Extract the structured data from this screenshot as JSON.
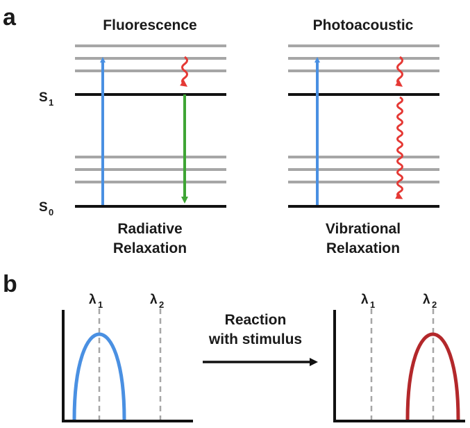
{
  "panel_a": {
    "label": "a",
    "left_title": "Fluorescence",
    "right_title": "Photoacoustic",
    "s1": {
      "letter": "S",
      "sub": "1"
    },
    "s0": {
      "letter": "S",
      "sub": "0"
    },
    "left_caption": [
      "Radiative",
      "Relaxation"
    ],
    "right_caption": [
      "Vibrational",
      "Relaxation"
    ]
  },
  "panel_b": {
    "label": "b",
    "lambda1": {
      "letter": "λ",
      "sub": "1"
    },
    "lambda2": {
      "letter": "λ",
      "sub": "2"
    },
    "arrow_text": [
      "Reaction",
      "with stimulus"
    ]
  },
  "colors": {
    "energy_level": "#111111",
    "vibrational_level": "#a6a6a6",
    "absorption_arrow": "#4a90e2",
    "emission_arrow": "#3fa535",
    "nonradiative": "#e53935",
    "spectrum_before": "#4a90e2",
    "spectrum_after": "#b3282b"
  }
}
